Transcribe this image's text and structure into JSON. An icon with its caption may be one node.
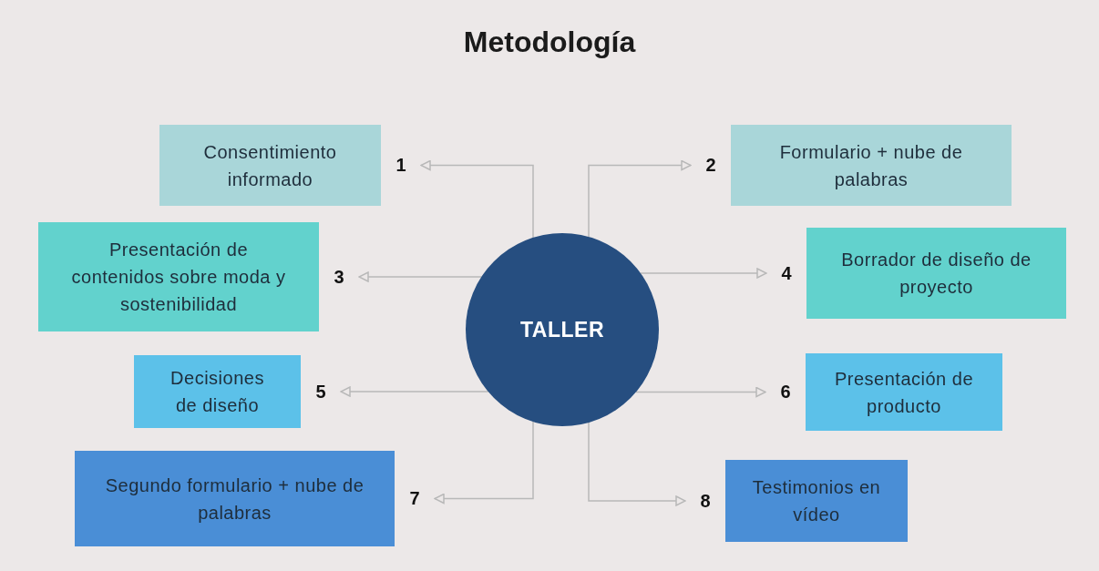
{
  "diagram": {
    "title": "Metodología",
    "nodes": [
      {
        "text": [
          "TALLER"
        ]
      },
      {
        "text": [
          "Consentimiento informado"
        ],
        "beside": [
          "1"
        ]
      },
      {
        "text": [
          "Formulario + nube de palabras"
        ],
        "beside": [
          "2"
        ]
      },
      {
        "text": [
          "Presentación de contenidos sobre moda y sostenibilidad"
        ],
        "beside": [
          "3"
        ]
      },
      {
        "text": [
          "Borrador de diseño de proyecto"
        ],
        "beside": [
          "4"
        ]
      },
      {
        "text": [
          "Decisiones de diseño"
        ],
        "beside": [
          "5"
        ]
      },
      {
        "text": [
          "Presentación de producto"
        ],
        "beside": [
          "6"
        ]
      },
      {
        "text": [
          "Segundo formulario + nube de palabras"
        ],
        "beside": [
          "7"
        ]
      },
      {
        "text": [
          "Testimonios en vídeo"
        ],
        "beside": [
          "8"
        ]
      }
    ],
    "edges": [
      {
        "from": 0,
        "to": 1,
        "arrow": "to"
      },
      {
        "from": 0,
        "to": 2,
        "arrow": "to"
      },
      {
        "from": 0,
        "to": 3,
        "arrow": "to"
      },
      {
        "from": 0,
        "to": 4,
        "arrow": "to"
      },
      {
        "from": 0,
        "to": 5,
        "arrow": "to"
      },
      {
        "from": 0,
        "to": 6,
        "arrow": "to"
      },
      {
        "from": 0,
        "to": 7,
        "arrow": "to"
      },
      {
        "from": 0,
        "to": 8,
        "arrow": "to"
      }
    ]
  }
}
